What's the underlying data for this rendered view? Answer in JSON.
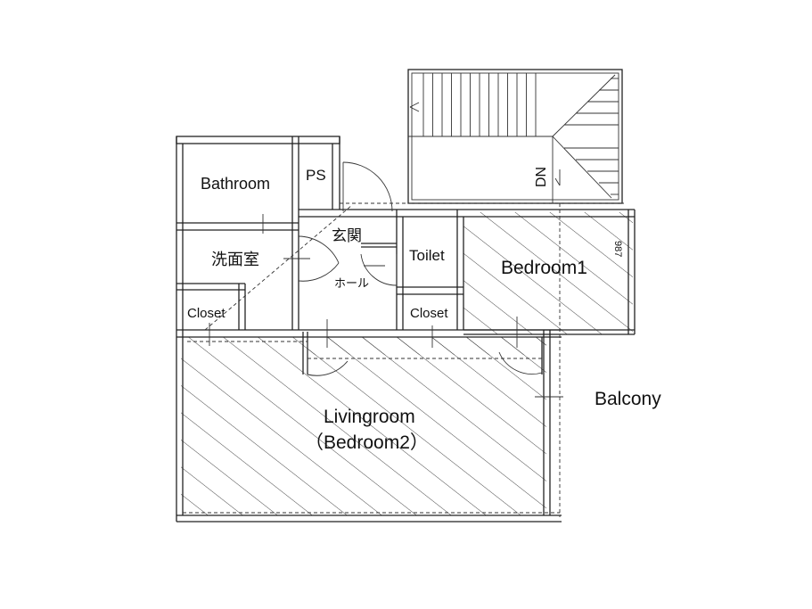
{
  "floor_plan": {
    "rooms": {
      "bathroom": "Bathroom",
      "ps": "PS",
      "entrance": "玄関",
      "hall": "ホール",
      "toilet": "Toilet",
      "washroom": "洗面室",
      "bedroom1": "Bedroom1",
      "closet_left": "Closet",
      "closet_right": "Closet",
      "livingroom": "Livingroom",
      "livingroom_sub": "（Bedroom2）",
      "balcony": "Balcony"
    },
    "stair_label": "DN",
    "dimension_note": "987",
    "colors": {
      "line": "#222222",
      "background": "#ffffff"
    }
  }
}
